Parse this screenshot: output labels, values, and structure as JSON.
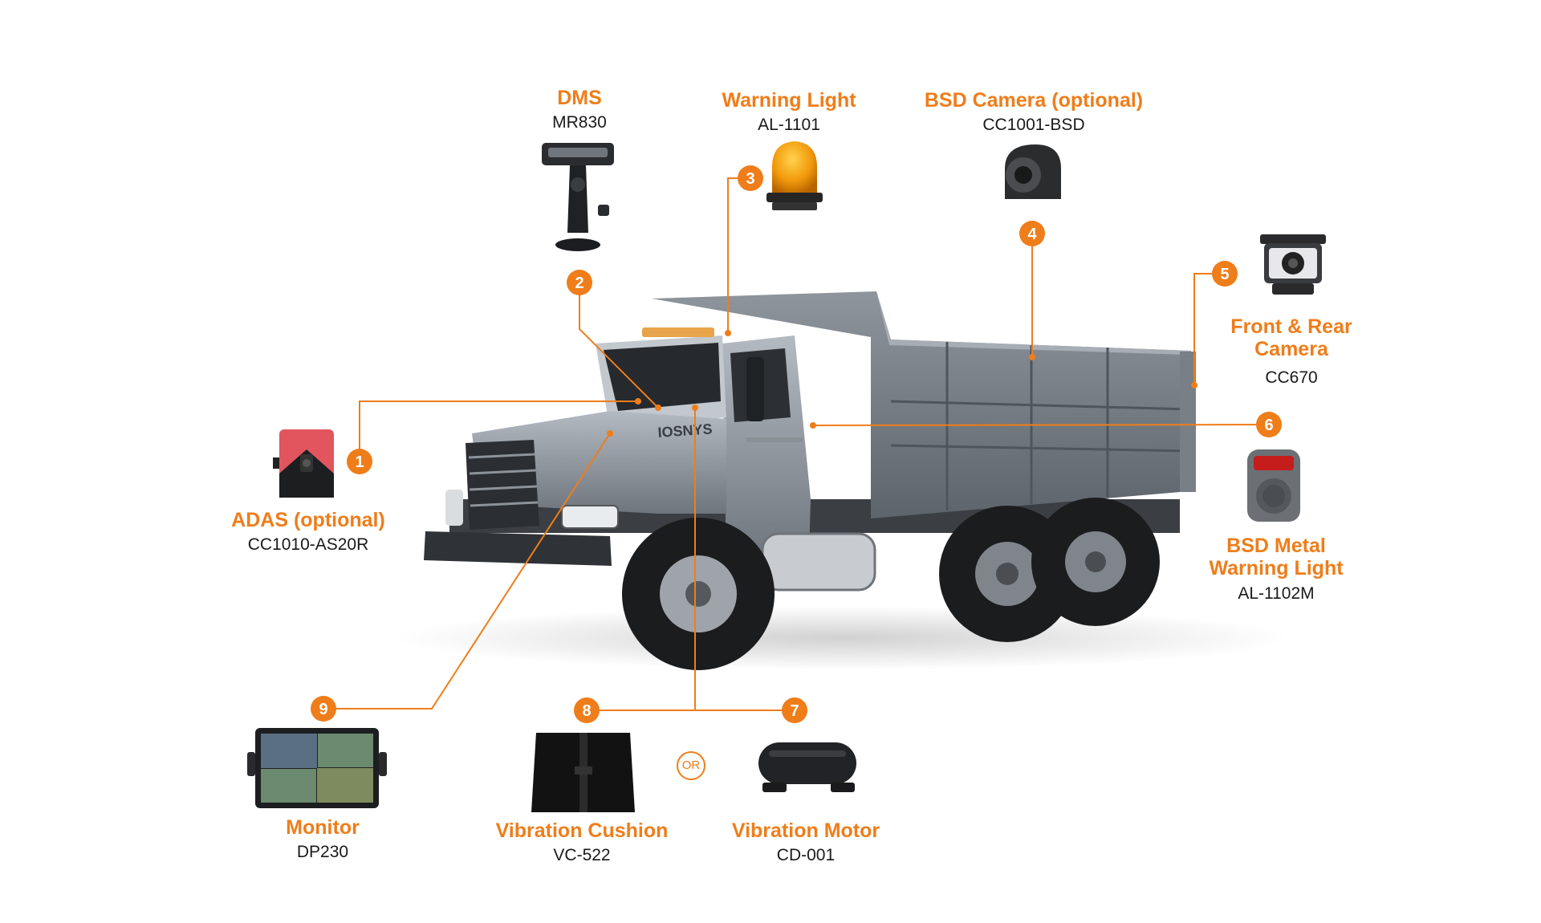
{
  "accent_color": "#ef7d1a",
  "devices": [
    {
      "number": "1",
      "title": "ADAS (optional)",
      "model": "CC1010-AS20R",
      "icon": "adas-camera-icon"
    },
    {
      "number": "2",
      "title": "DMS",
      "model": "MR830",
      "icon": "dms-camera-icon"
    },
    {
      "number": "3",
      "title": "Warning Light",
      "model": "AL-1101",
      "icon": "warning-beacon-icon"
    },
    {
      "number": "4",
      "title": "BSD Camera (optional)",
      "model": "CC1001-BSD",
      "icon": "side-camera-icon"
    },
    {
      "number": "5",
      "title_lines": [
        "Front & Rear",
        "Camera"
      ],
      "model": "CC670",
      "icon": "rear-camera-icon"
    },
    {
      "number": "6",
      "title_lines": [
        "BSD Metal",
        "Warning Light"
      ],
      "model": "AL-1102M",
      "icon": "bsd-warning-light-icon"
    },
    {
      "number": "7",
      "title": "Vibration Motor",
      "model": "CD-001",
      "icon": "vibration-motor-icon"
    },
    {
      "number": "8",
      "title": "Vibration Cushion",
      "model": "VC-522",
      "icon": "vibration-cushion-icon"
    },
    {
      "number": "9",
      "title": "Monitor",
      "model": "DP230",
      "icon": "monitor-icon"
    }
  ],
  "or_label": "OR",
  "vehicle": {
    "icon": "dump-truck-icon",
    "cab_text": "IOSNYS"
  }
}
